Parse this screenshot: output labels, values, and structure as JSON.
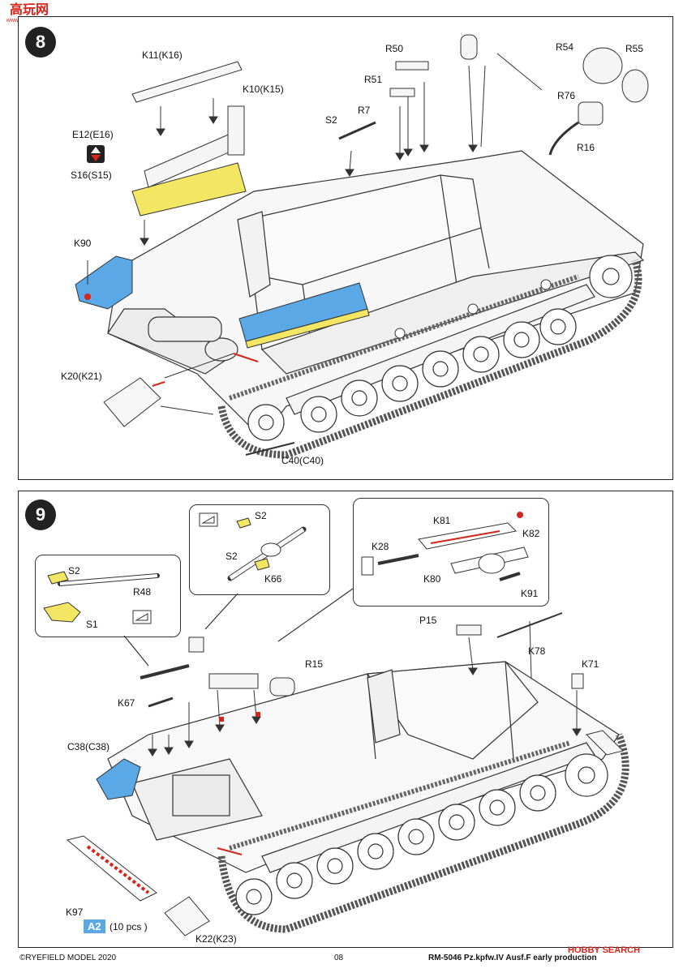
{
  "watermark": {
    "top": "高玩网",
    "bottom": "www.gaowan.com"
  },
  "steps": [
    {
      "number": "8"
    },
    {
      "number": "9"
    }
  ],
  "step8_labels": {
    "k11": "K11(K16)",
    "k10": "K10(K15)",
    "e12": "E12(E16)",
    "s16": "S16(S15)",
    "k90": "K90",
    "k20": "K20(K21)",
    "c40": "C40(C40)",
    "s2": "S2",
    "r7": "R7",
    "r51": "R51",
    "r50": "R50",
    "r54": "R54",
    "r55": "R55",
    "r76": "R76",
    "r16": "R16"
  },
  "step9_labels": {
    "s2a": "S2",
    "r48": "R48",
    "s1": "S1",
    "s2b": "S2",
    "s2c": "S2",
    "k66": "K66",
    "k81": "K81",
    "k28": "K28",
    "k82": "K82",
    "k80": "K80",
    "k91": "K91",
    "r15": "R15",
    "p15": "P15",
    "k78": "K78",
    "k71": "K71",
    "k67": "K67",
    "c38": "C38(C38)",
    "k97": "K97",
    "a2": "A2",
    "a2count": "(10 pcs )",
    "k22": "K22(K23)"
  },
  "footer": {
    "copyright": "©RYEFIELD MODEL 2020",
    "page": "08",
    "product": "RM-5046  Pz.kpfw.IV Ausf.F early production",
    "site": "HOBBY SEARCH"
  },
  "colors": {
    "yellow": "#f2e663",
    "blue": "#5aa8e6",
    "red": "#d6261c"
  }
}
